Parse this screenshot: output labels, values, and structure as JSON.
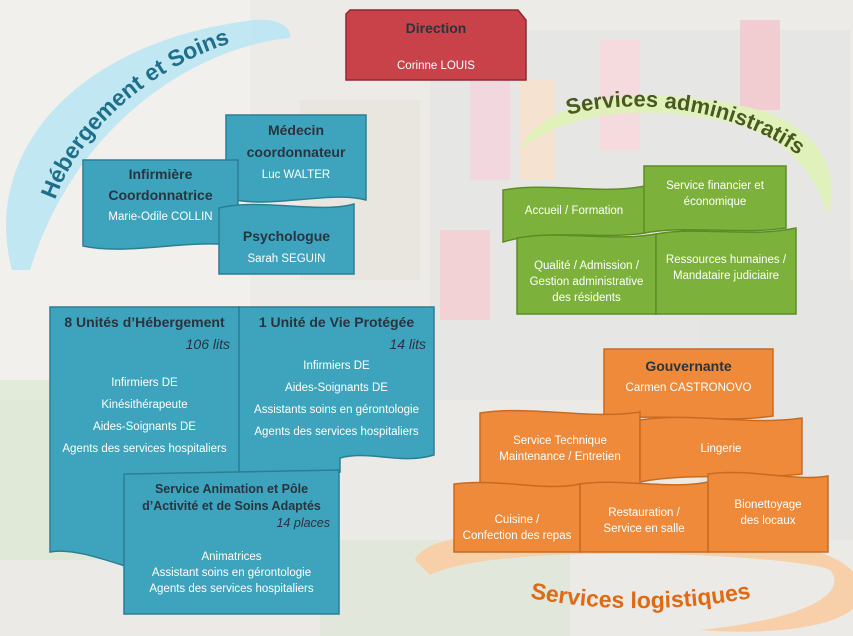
{
  "direction": {
    "title": "Direction",
    "name": "Corinne LOUIS"
  },
  "arcs": {
    "hebergement": "Hébergement et Soins",
    "admin": "Services administratifs",
    "logistique": "Services logistiques"
  },
  "hebergement_soins": {
    "medecin": {
      "title_line1": "Médecin",
      "title_line2": "coordonnateur",
      "name": "Luc WALTER"
    },
    "infirmiere": {
      "title_line1": "Infirmière",
      "title_line2": "Coordonnatrice",
      "name": "Marie-Odile COLLIN"
    },
    "psychologue": {
      "title": "Psychologue",
      "name": "Sarah SEGUIN"
    }
  },
  "unites": {
    "hebergement": {
      "title": "8 Unités d’Hébergement",
      "capacity": "106 lits",
      "staff": [
        "Infirmiers DE",
        "Kinésithérapeute",
        "Aides-Soignants DE",
        "Agents des services hospitaliers"
      ]
    },
    "vie_protegee": {
      "title": "1 Unité de Vie Protégée",
      "capacity": "14 lits",
      "staff": [
        "Infirmiers DE",
        "Aides-Soignants DE",
        "Assistants  soins en gérontologie",
        "Agents des services hospitaliers"
      ]
    },
    "animation": {
      "title_line1": "Service Animation et Pôle",
      "title_line2": "d’Activité et de Soins Adaptés",
      "capacity": "14 places",
      "staff": [
        "Animatrices",
        "Assistant soins en gérontologie",
        "Agents des services hospitaliers"
      ]
    }
  },
  "admin": {
    "accueil": "Accueil / Formation",
    "financier": [
      "Service financier et",
      "économique"
    ],
    "qualite": [
      "Qualité /  Admission /",
      "Gestion administrative",
      "des résidents"
    ],
    "rh": [
      "Ressources humaines /",
      "Mandataire judiciaire"
    ]
  },
  "logistique": {
    "gouvernante": {
      "title": "Gouvernante",
      "name": "Carmen CASTRONOVO"
    },
    "technique": [
      "Service Technique",
      "Maintenance / Entretien"
    ],
    "lingerie": "Lingerie",
    "cuisine": [
      "Cuisine /",
      "Confection des repas"
    ],
    "restauration": [
      "Restauration /",
      "Service en salle"
    ],
    "bionettoyage": [
      "Bionettoyage",
      "des locaux"
    ]
  },
  "colors": {
    "teal": "#3ea4bd",
    "green": "#7cb23c",
    "orange": "#ee8a3a",
    "red": "#c9424a",
    "arc_blue": "#bde6f2",
    "arc_green": "#dff1b8",
    "arc_orange": "#f8cfa6"
  }
}
